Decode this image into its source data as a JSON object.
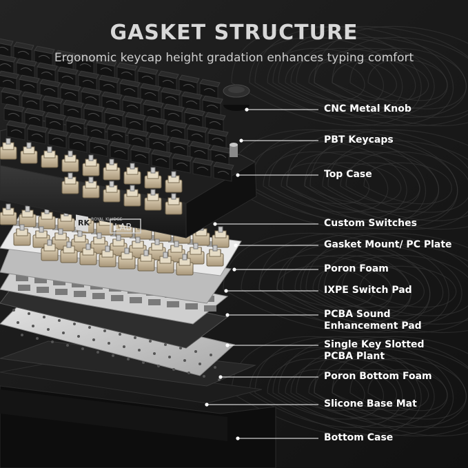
{
  "header": {
    "title": "GASKET STRUCTURE",
    "subtitle": "Ergonomic keycap height gradation enhances typing comfort"
  },
  "keyboard": {
    "badge_text": "RK",
    "badge_sub": "ROYAL KLUDGE",
    "lab_text": "LAB",
    "switch_color": "#c9b99a"
  },
  "layers": [
    {
      "lines": [
        "CNC Metal Knob"
      ]
    },
    {
      "lines": [
        "PBT Keycaps"
      ]
    },
    {
      "lines": [
        "Top Case"
      ]
    },
    {
      "lines": [
        "Custom Switches"
      ]
    },
    {
      "lines": [
        "Gasket Mount/ PC Plate"
      ]
    },
    {
      "lines": [
        "Poron Foam"
      ]
    },
    {
      "lines": [
        "IXPE Switch Pad"
      ]
    },
    {
      "lines": [
        "PCBA Sound",
        "Enhancement Pad"
      ]
    },
    {
      "lines": [
        "Single Key Slotted",
        "PCBA Plant"
      ]
    },
    {
      "lines": [
        "Poron Bottom Foam"
      ]
    },
    {
      "lines": [
        "Slicone Base Mat"
      ]
    },
    {
      "lines": [
        "Bottom Case"
      ]
    }
  ]
}
